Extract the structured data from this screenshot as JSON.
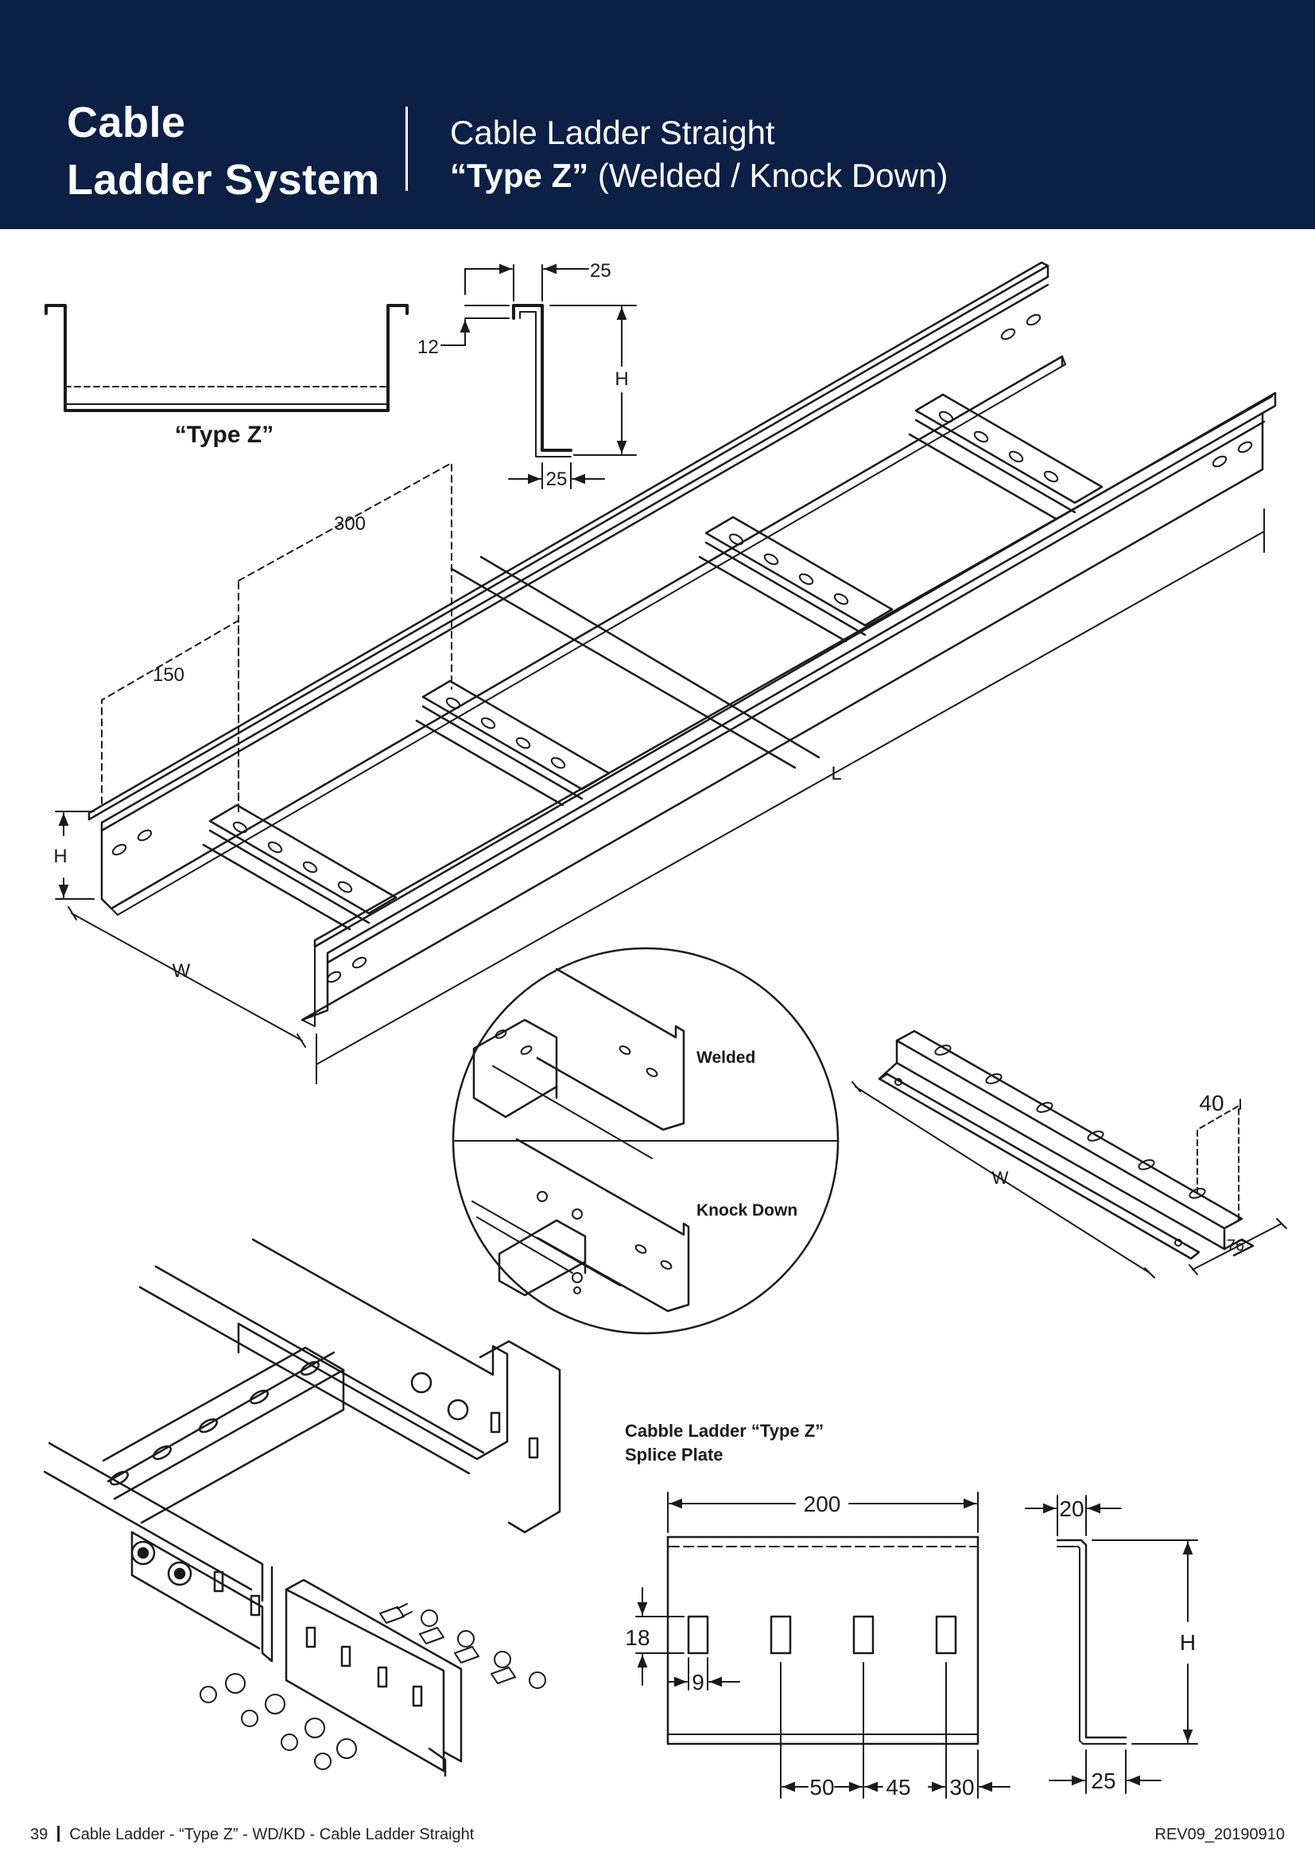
{
  "header": {
    "brand_line1": "Cable",
    "brand_line2": "Ladder System",
    "subtitle_line1": "Cable Ladder Straight",
    "subtitle_type": "“Type Z”",
    "subtitle_rest": "(Welded / Knock Down)",
    "background_color": "#0c1f45"
  },
  "profile": {
    "caption": "“Type Z”",
    "dim_top": "25",
    "dim_lip": "12",
    "dim_height": "H",
    "dim_bottom": "25"
  },
  "ladder": {
    "dim_300": "300",
    "dim_150": "150",
    "dim_h": "H",
    "dim_w": "W",
    "dim_l": "L"
  },
  "detail": {
    "welded": "Welded",
    "knock_down": "Knock Down"
  },
  "rung": {
    "dim_40": "40",
    "dim_w": "W",
    "dim_76": "76"
  },
  "splice": {
    "title_line1": "Cabble Ladder “Type Z”",
    "title_line2": "Splice Plate",
    "dim_200": "200",
    "dim_18": "18",
    "dim_9": "9",
    "dim_50": "50",
    "dim_45": "45",
    "dim_30": "30",
    "dim_20": "20",
    "dim_h": "H",
    "dim_25": "25"
  },
  "footer": {
    "page": "39",
    "text": "Cable Ladder - “Type Z” - WD/KD - Cable Ladder Straight",
    "revision": "REV09_20190910"
  }
}
